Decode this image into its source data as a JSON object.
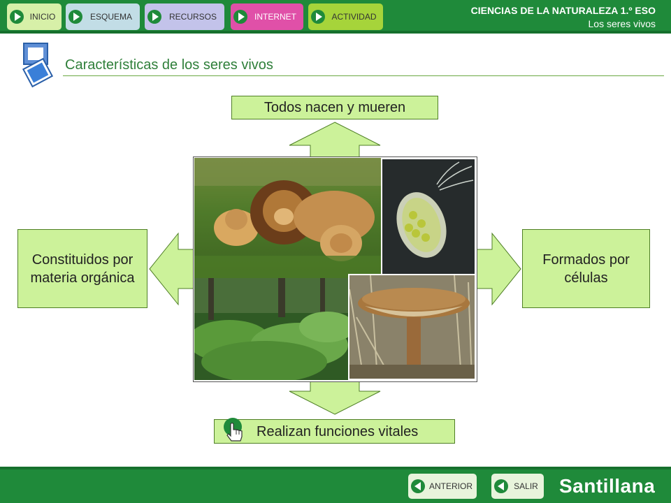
{
  "header": {
    "nav": [
      {
        "label": "INICIO"
      },
      {
        "label": "ESQUEMA"
      },
      {
        "label": "RECURSOS"
      },
      {
        "label": "INTERNET"
      },
      {
        "label": "ACTIVIDAD"
      }
    ],
    "course": "CIENCIAS DE LA NATURALEZA 1.º ESO",
    "unit": "Los seres vivos"
  },
  "main": {
    "title": "Características de los seres vivos",
    "top_box": "Todos nacen y mueren",
    "left_box": "Constituidos por materia orgánica",
    "right_box": "Formados por células",
    "bottom_box": "Realizan funciones vitales",
    "photos": [
      "lions-photo",
      "microorganism-photo",
      "ferns-photo",
      "mushroom-photo"
    ]
  },
  "footer": {
    "prev_label": "ANTERIOR",
    "exit_label": "SALIR",
    "brand": "Santillana"
  },
  "colors": {
    "header_green": "#1f8a3a",
    "box_fill": "#ccf29a",
    "title_green": "#2f7f3a"
  }
}
